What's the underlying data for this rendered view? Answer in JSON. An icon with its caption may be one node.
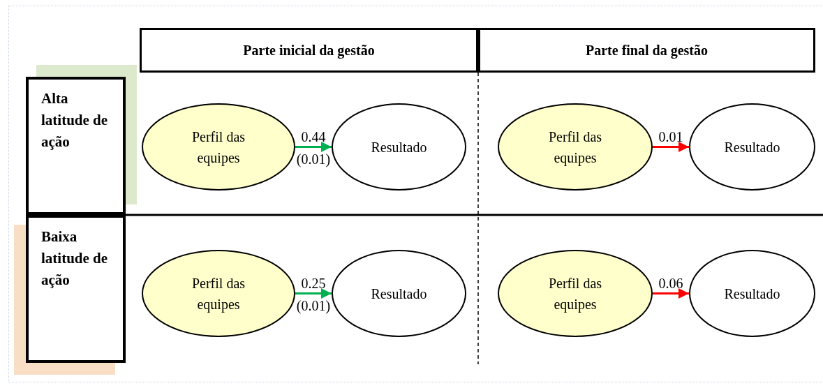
{
  "diagram": {
    "nodes": [
      {
        "text": [
          "Parte inicial da gestão"
        ]
      },
      {
        "text": [
          "Parte final da gestão"
        ]
      },
      {
        "text": [
          "Alta latitude de ação"
        ]
      },
      {
        "text": [
          "Baixa latitude de ação"
        ]
      },
      {
        "text": [
          "Perfil das equipes"
        ]
      },
      {
        "text": [
          "Resultado"
        ]
      },
      {
        "text": [
          "Perfil das equipes"
        ]
      },
      {
        "text": [
          "Resultado"
        ]
      },
      {
        "text": [
          "Perfil das equipes"
        ]
      },
      {
        "text": [
          "Resultado"
        ]
      },
      {
        "text": [
          "Perfil das equipes"
        ]
      },
      {
        "text": [
          "Resultado"
        ]
      }
    ],
    "edges": [
      {
        "from": 4,
        "to": 5,
        "arrow": "to",
        "label": "0.44 (0.01)",
        "color": "#00b050"
      },
      {
        "from": 6,
        "to": 7,
        "arrow": "to",
        "label": "0.01",
        "color": "#ff0000"
      },
      {
        "from": 8,
        "to": 9,
        "arrow": "to",
        "label": "0.25 (0.01)",
        "color": "#00b050"
      },
      {
        "from": 10,
        "to": 11,
        "arrow": "to",
        "label": "0.06",
        "color": "#ff0000"
      }
    ]
  }
}
